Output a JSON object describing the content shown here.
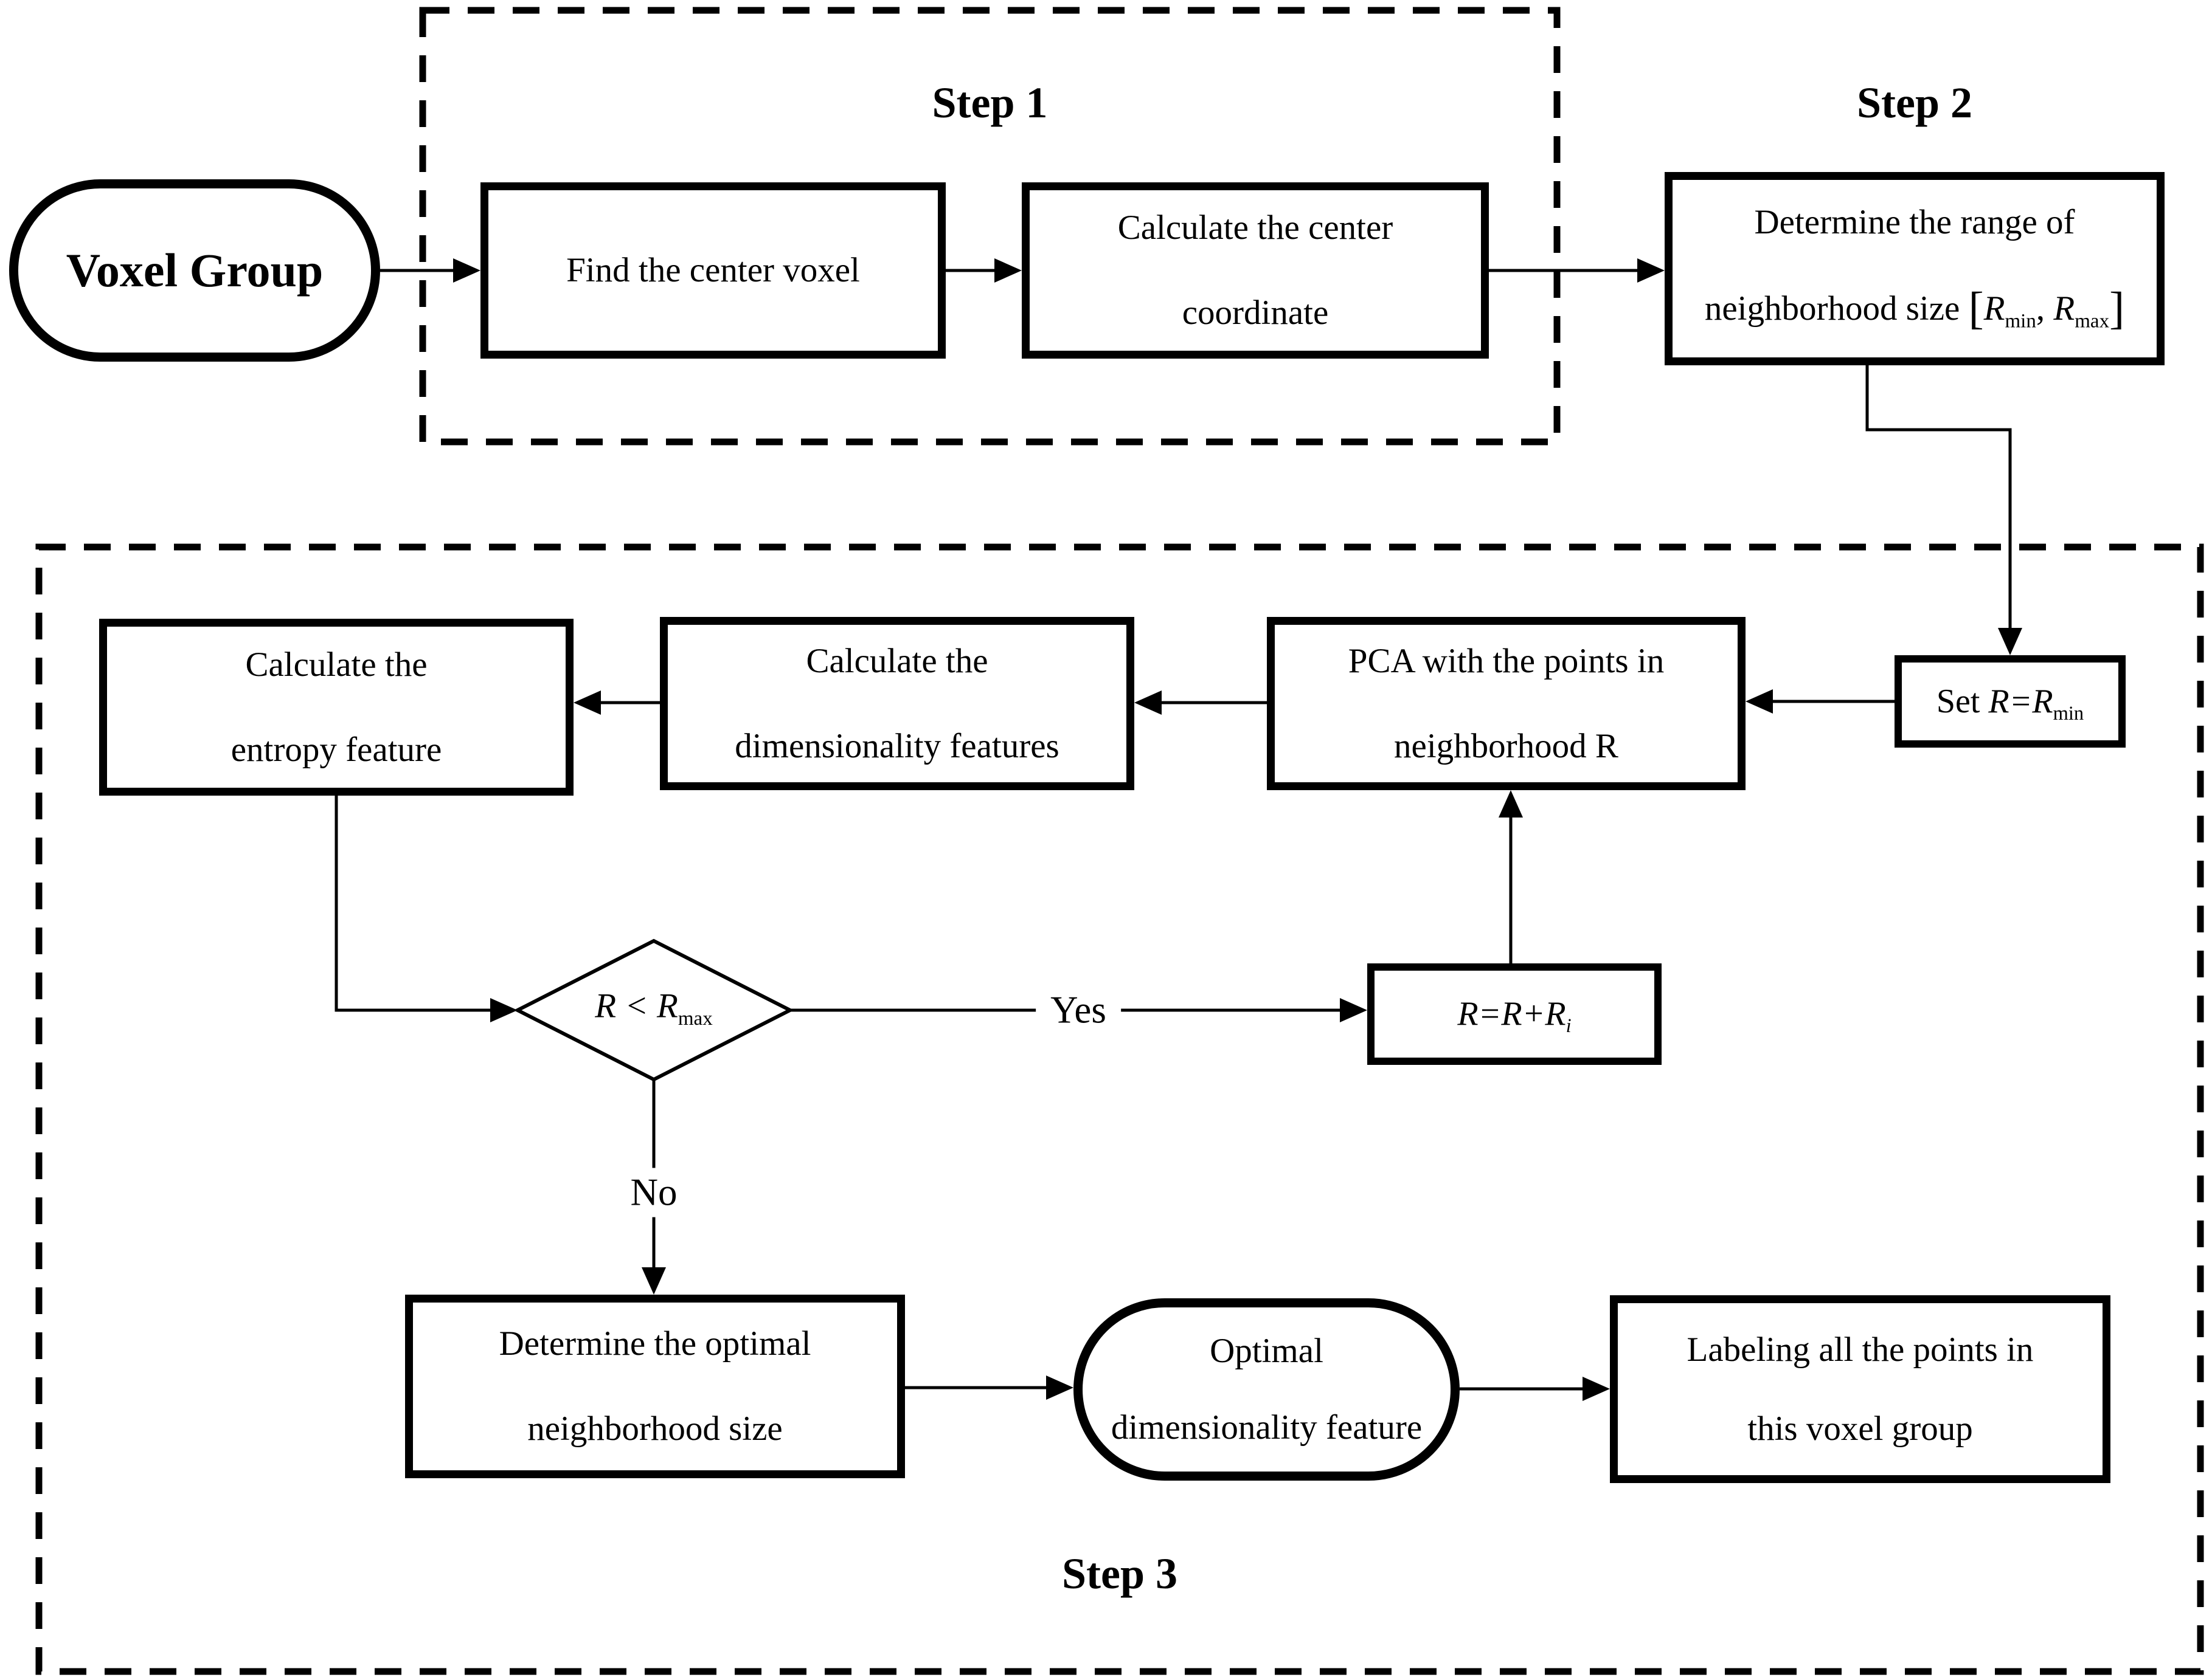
{
  "colors": {
    "background": "#ffffff",
    "stroke": "#000000"
  },
  "titles": {
    "step1": "Step 1",
    "step2": "Step 2",
    "step3": "Step 3"
  },
  "start": {
    "label": "Voxel Group"
  },
  "nodes": {
    "find": {
      "line1": "Find the center voxel"
    },
    "coord": {
      "line1": "Calculate the center",
      "line2": "coordinate"
    },
    "range": {
      "line1": "Determine the range of",
      "line2_prefix": "neighborhood size ",
      "bracket_open": "[",
      "r1": "R",
      "sub1": "min",
      "separator": ", ",
      "r2": "R",
      "sub2": "max",
      "bracket_close": "]"
    },
    "set": {
      "prefix": "Set ",
      "expr": "R=R",
      "sub": "min"
    },
    "pca": {
      "line1": "PCA with the points in",
      "line2": "neighborhood R"
    },
    "dim": {
      "line1": "Calculate the",
      "line2": "dimensionality features"
    },
    "entropy": {
      "line1": "Calculate the",
      "line2": "entropy feature"
    },
    "decision": {
      "expr": "R < R",
      "sub": "max"
    },
    "increment": {
      "expr": "R=R+R",
      "sub": "i"
    },
    "optimal": {
      "line1": "Determine the optimal",
      "line2": "neighborhood size"
    },
    "feature": {
      "line1": "Optimal",
      "line2": "dimensionality feature"
    },
    "labeling": {
      "line1": "Labeling all the points in",
      "line2": "this voxel group"
    }
  },
  "edge_labels": {
    "yes": "Yes",
    "no": "No"
  }
}
